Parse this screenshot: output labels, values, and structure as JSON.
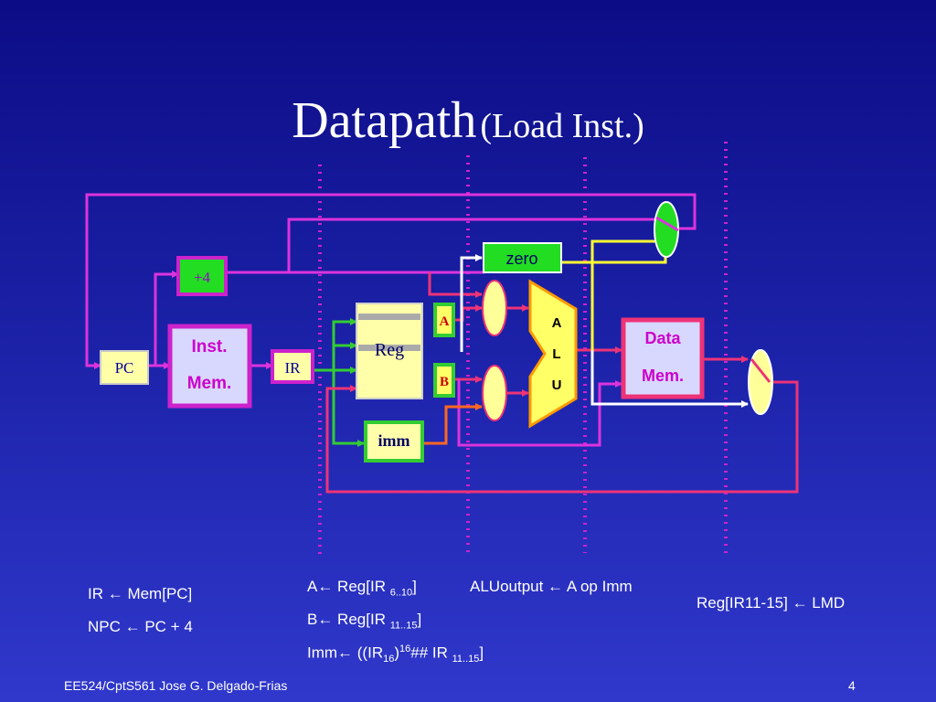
{
  "slide": {
    "title_main": "Datapath",
    "title_sub": "(Load Inst.)",
    "footer_left": "EE524/CptS561  Jose G. Delgado-Frias",
    "page_number": "4"
  },
  "diagram": {
    "pc": "PC",
    "plus4": "+4",
    "inst_mem_line1": "Inst.",
    "inst_mem_line2": "Mem.",
    "ir": "IR",
    "reg": "Reg",
    "port_a": "A",
    "port_b": "B",
    "imm": "imm",
    "zero": "zero",
    "alu_a": "A",
    "alu_l": "L",
    "alu_u": "U",
    "data_mem_line1": "Data",
    "data_mem_line2": "Mem."
  },
  "notes": {
    "fetch_line1": "IR ← Mem[PC]",
    "fetch_line2": "NPC ← PC + 4",
    "decode_a_pre": "A← Reg[IR ",
    "decode_a_sub": "6..10",
    "decode_a_post": "]",
    "decode_b_pre": "B← Reg[IR ",
    "decode_b_sub": "11..15",
    "decode_b_post": "]",
    "decode_imm_pre": "Imm← ((IR",
    "decode_imm_sub1": "16",
    "decode_imm_mid": ")",
    "decode_imm_sup": "16",
    "decode_imm_hash": "## IR ",
    "decode_imm_sub2": "11..15",
    "decode_imm_post": "]",
    "execute": "ALUoutput ← A op Imm",
    "writeback": "Reg[IR11-15] ← LMD"
  },
  "colors": {
    "dotted_divider": "#cc22cc",
    "wire_magenta": "#dd33dd",
    "wire_pink": "#ee3377",
    "wire_yellow": "#ffff33",
    "wire_green": "#33cc33",
    "wire_orange": "#ff6622",
    "wire_white": "#ffffff",
    "green_fill": "#22dd22",
    "mem_fill": "#d8d8ff",
    "mux_fill": "#ffff99",
    "alu_fill": "#ffff66",
    "alu_stroke": "#ff9900",
    "reg_fill": "#ffffaa",
    "label_red": "#cc0000",
    "label_magenta": "#cc00cc",
    "label_purple": "#9900cc",
    "label_blue": "#0000cc",
    "label_dark_blue": "#000099"
  }
}
